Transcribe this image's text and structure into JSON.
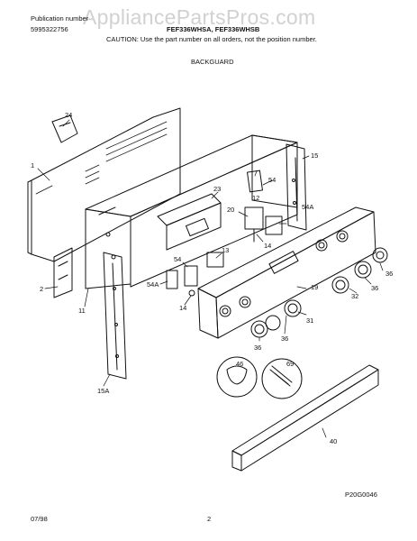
{
  "watermark": "AppliancePartsPros.com",
  "header": {
    "pub_label": "Publication number",
    "pub_number": "5995322756",
    "models": "FEF336WHSA, FEF336WHSB",
    "caution": "CAUTION: Use the part number on all orders, not the position number."
  },
  "section_title": "BACKGUARD",
  "callouts": {
    "c1": "1",
    "c2": "2",
    "c11": "11",
    "c12": "12",
    "c13": "13",
    "c14a": "14",
    "c14b": "14",
    "c15": "15",
    "c15a": "15A",
    "c19": "19",
    "c20": "20",
    "c23": "23",
    "c24": "24",
    "c31": "31",
    "c32": "32",
    "c36a": "36",
    "c36b": "36",
    "c36c": "36",
    "c36d": "36",
    "c40": "40",
    "c46": "46",
    "c54a": "54",
    "c54b": "54",
    "c54Aa": "54A",
    "c54Ab": "54A",
    "c69": "69"
  },
  "figure_code": "P20G0046",
  "footer": {
    "date": "07/98",
    "page": "2"
  }
}
